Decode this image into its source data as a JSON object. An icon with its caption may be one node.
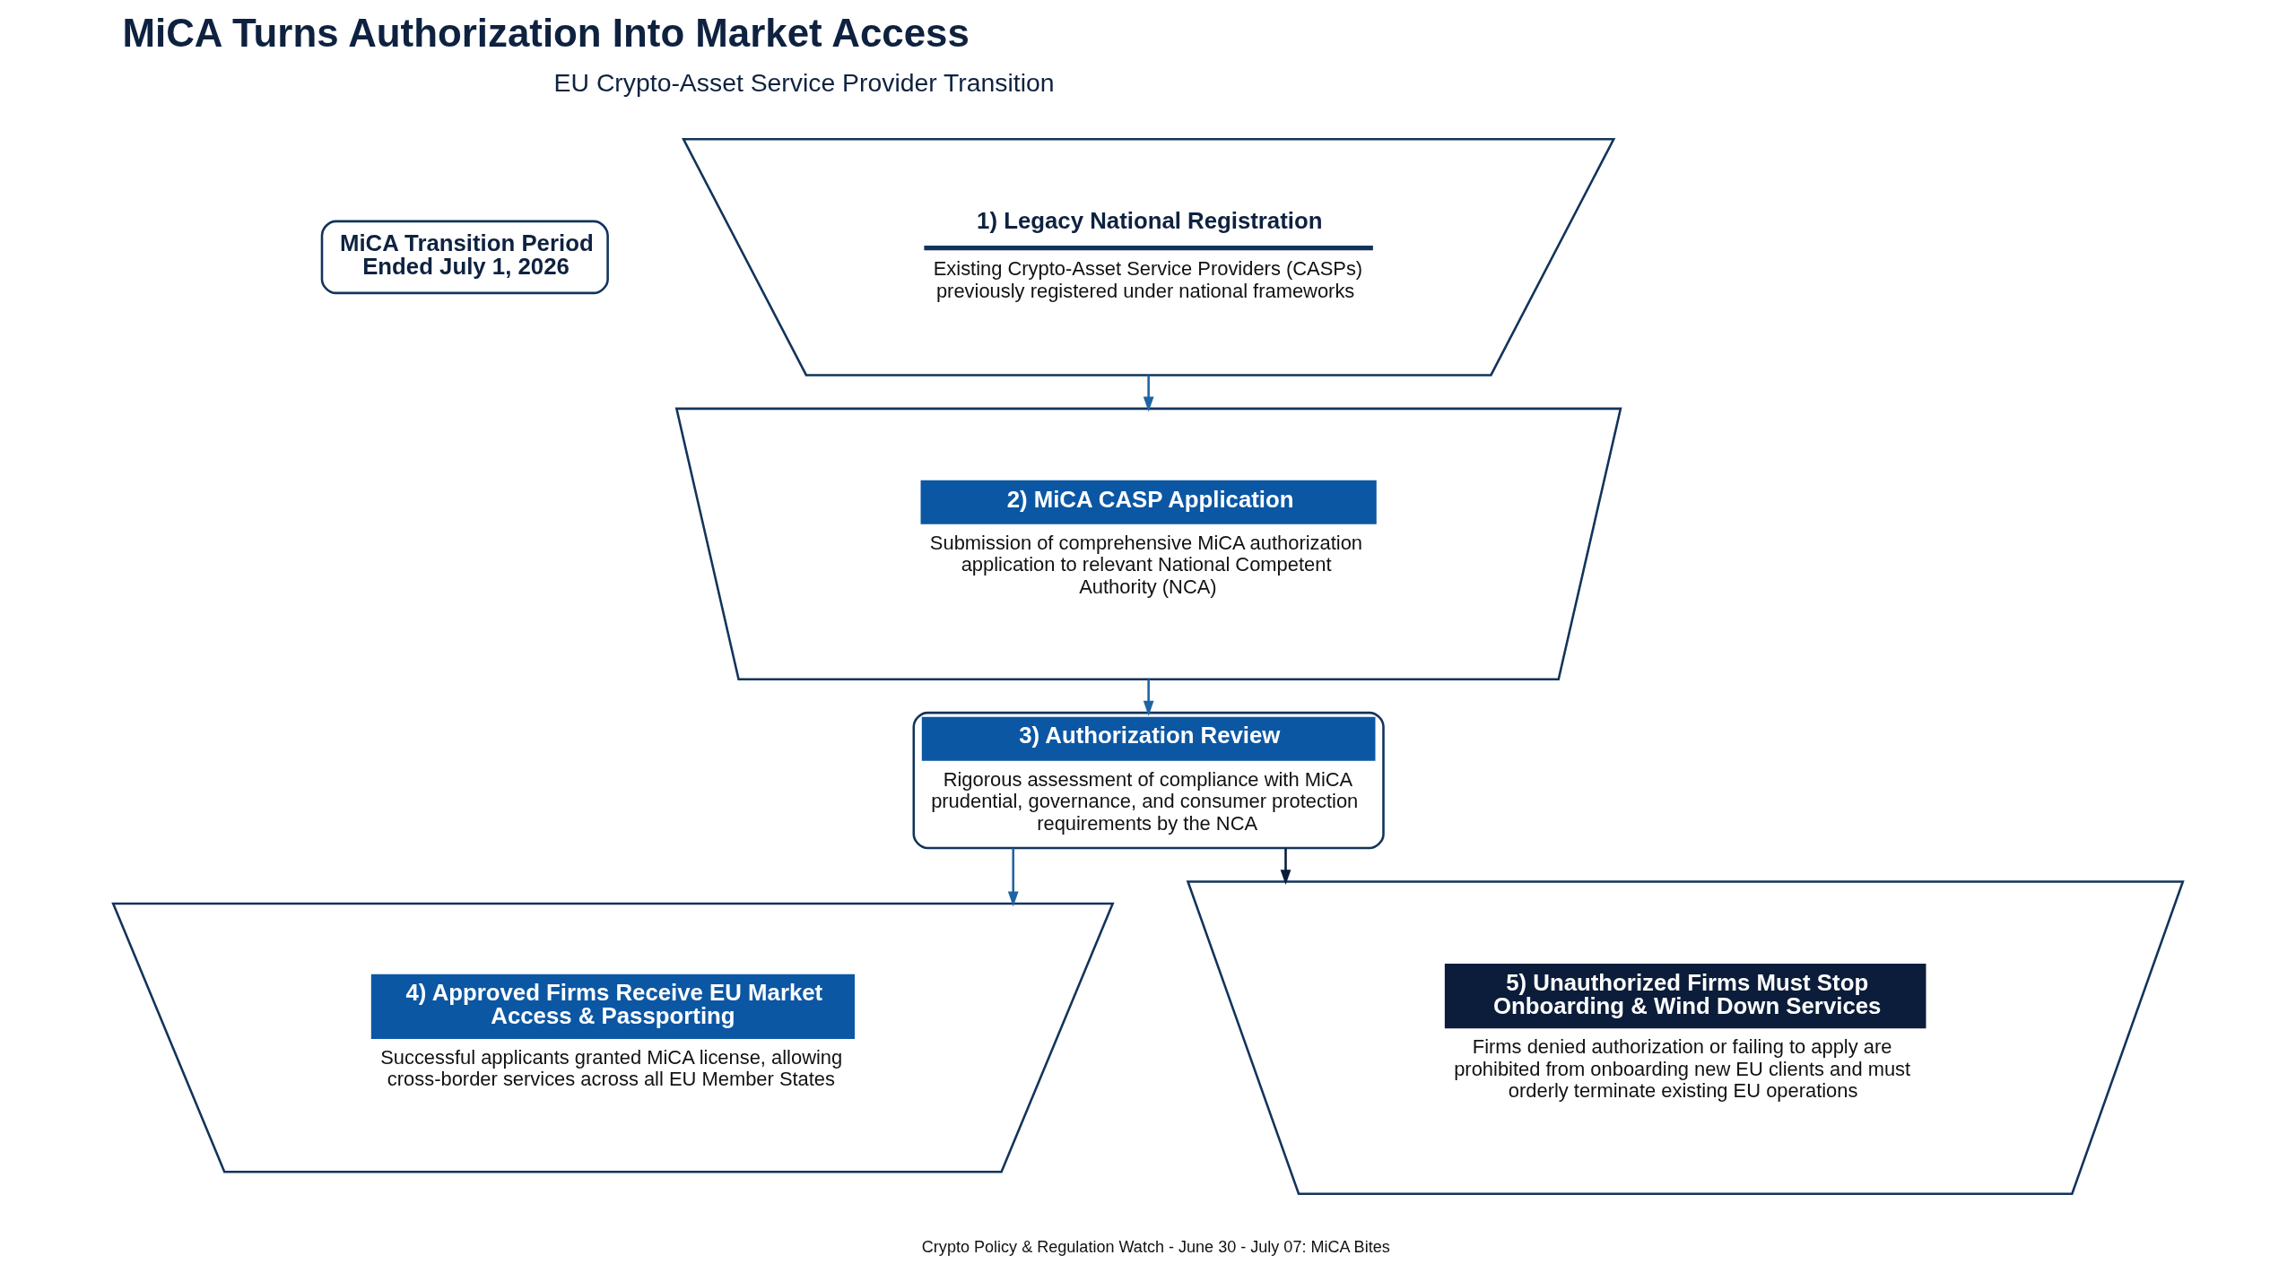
{
  "diagram": {
    "title": "MiCA Turns Authorization Into Market Access",
    "caption": "Crypto Policy & Regulation Watch - June 30 - July 07: MiCA Bites",
    "nodes": [
      {
        "text": [
          "MiCA Transition Period Ended July 1, 2026"
        ]
      },
      {
        "text": [
          "1) Legacy National Registration",
          "Existing Crypto-Asset Service Providers (CASPs) previously registered under national frameworks"
        ]
      },
      {
        "text": [
          "2) MiCA CASP Application",
          "Submission of comprehensive MiCA authorization application to relevant National Competent Authority (NCA)"
        ]
      },
      {
        "text": [
          "3) Authorization Review",
          "Rigorous assessment of compliance with MiCA prudential, governance, and consumer protection requirements by the NCA"
        ]
      },
      {
        "text": [
          "4) Approved Firms Receive EU Market Access & Passporting",
          "Successful applicants granted MiCA license, allowing cross-border services across all EU Member States"
        ]
      },
      {
        "text": [
          "5) Unauthorized Firms Must Stop Onboarding & Wind Down Services",
          "Firms denied authorization or failing to apply are prohibited from onboarding new EU clients and must orderly terminate existing EU operations"
        ]
      }
    ],
    "edges": [
      {
        "from": 1,
        "to": 2,
        "arrow": "to"
      },
      {
        "from": 2,
        "to": 3,
        "arrow": "to"
      },
      {
        "from": 3,
        "to": 4,
        "arrow": "to"
      },
      {
        "from": 3,
        "to": 5,
        "arrow": "to",
        "color": "#0b1d3a"
      }
    ],
    "labels": [
      "EU Crypto-Asset Service Provider Transition"
    ]
  }
}
